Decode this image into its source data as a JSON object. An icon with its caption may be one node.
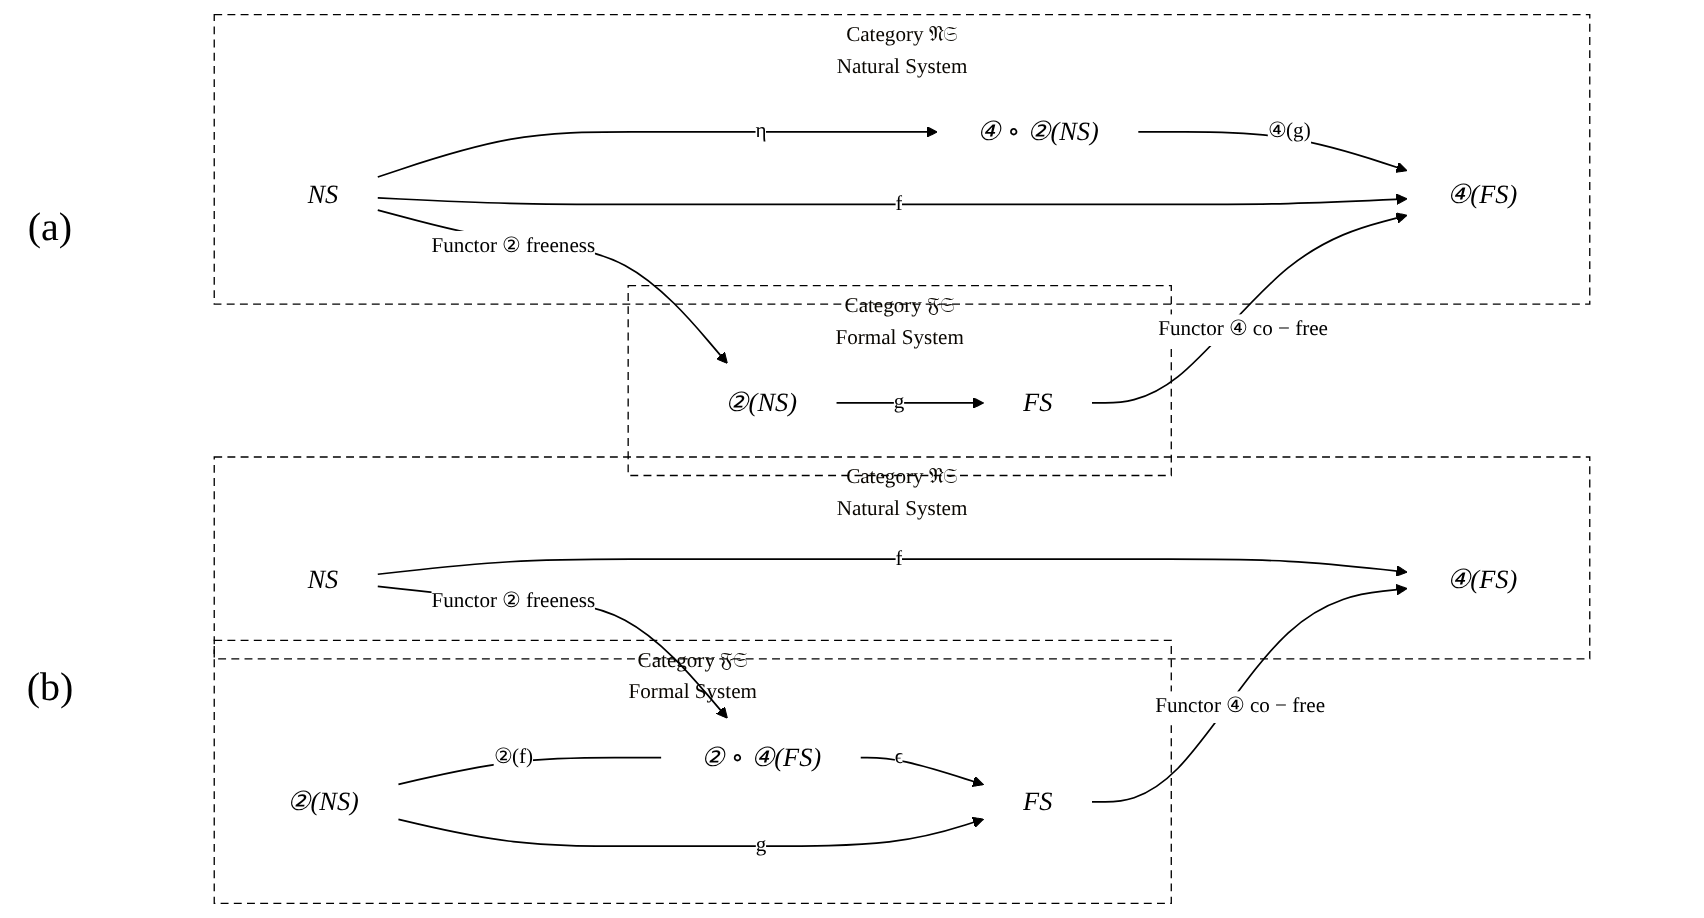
{
  "diagram": {
    "nodes": [
      {
        "text": [
          "Category 𝔑𝔖",
          "Natural System"
        ]
      },
      {
        "text": [
          "NS"
        ],
        "in": 0
      },
      {
        "text": [
          "④ ∘ ②(NS)"
        ],
        "in": 0
      },
      {
        "text": [
          "④(FS)"
        ],
        "in": 0
      },
      {
        "text": [
          "Category 𝔉𝔖",
          "Formal System"
        ]
      },
      {
        "text": [
          "②(NS)"
        ],
        "in": 4
      },
      {
        "text": [
          "FS"
        ],
        "in": 4
      },
      {
        "text": [
          "Category 𝔑𝔖",
          "Natural System"
        ]
      },
      {
        "text": [
          "NS"
        ],
        "in": 7
      },
      {
        "text": [
          "④(FS)"
        ],
        "in": 7
      },
      {
        "text": [
          "Category 𝔉𝔖",
          "Formal System"
        ]
      },
      {
        "text": [
          "②(NS)"
        ],
        "in": 10
      },
      {
        "text": [
          "② ∘ ④(FS)"
        ],
        "in": 10
      },
      {
        "text": [
          "FS"
        ],
        "in": 10
      }
    ],
    "edges": [
      {
        "from": 1,
        "to": 2,
        "arrow": "to",
        "label": "η"
      },
      {
        "from": 1,
        "to": 3,
        "arrow": "to",
        "label": "f"
      },
      {
        "from": 2,
        "to": 3,
        "arrow": "to",
        "label": "④(g)"
      },
      {
        "from": 1,
        "to": 5,
        "arrow": "to",
        "label": "Functor ② freeness"
      },
      {
        "from": 5,
        "to": 6,
        "arrow": "to",
        "label": "g"
      },
      {
        "from": 6,
        "to": 3,
        "arrow": "to",
        "label": "Functor ④ co − free"
      },
      {
        "from": 8,
        "to": 9,
        "arrow": "to",
        "label": "f"
      },
      {
        "from": 8,
        "to": 12,
        "arrow": "to",
        "label": "Functor ② freeness"
      },
      {
        "from": 11,
        "to": 12,
        "arrow": "none",
        "label": "②(f)"
      },
      {
        "from": 11,
        "to": 13,
        "arrow": "to",
        "label": "g"
      },
      {
        "from": 12,
        "to": 13,
        "arrow": "to",
        "label": "ϵ"
      },
      {
        "from": 13,
        "to": 9,
        "arrow": "to",
        "label": "Functor ④ co − free"
      }
    ],
    "labels": [
      "(a)",
      "(b)"
    ]
  }
}
